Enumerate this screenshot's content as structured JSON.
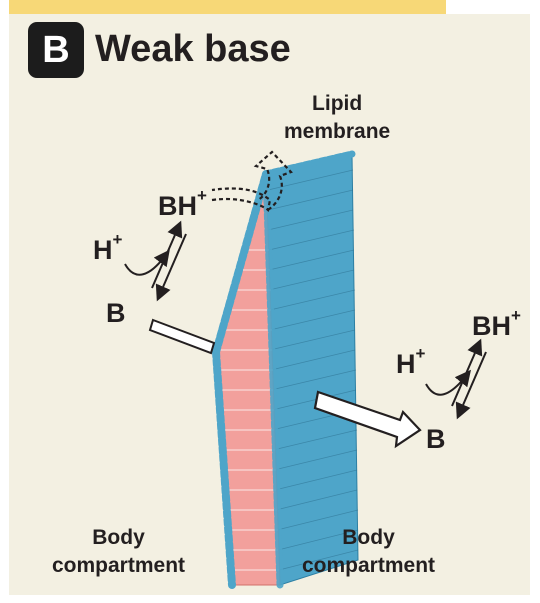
{
  "panel": {
    "badge_letter": "B",
    "title": "Weak base"
  },
  "labels": {
    "membrane_line1": "Lipid",
    "membrane_line2": "membrane",
    "left_cation": "BH",
    "left_cation_charge": "+",
    "left_proton": "H",
    "left_proton_charge": "+",
    "left_base": "B",
    "right_cation": "BH",
    "right_cation_charge": "+",
    "right_proton": "H",
    "right_proton_charge": "+",
    "right_base": "B",
    "left_compartment_line1": "Body",
    "left_compartment_line2": "compartment",
    "right_compartment_line1": "Body",
    "right_compartment_line2": "compartment"
  },
  "colors": {
    "panel_background": "#f3f0e2",
    "header_tab": "#f7d877",
    "lipid_head": "#4ea5c9",
    "lipid_tail": "#f2a09c",
    "text": "#231f20"
  }
}
